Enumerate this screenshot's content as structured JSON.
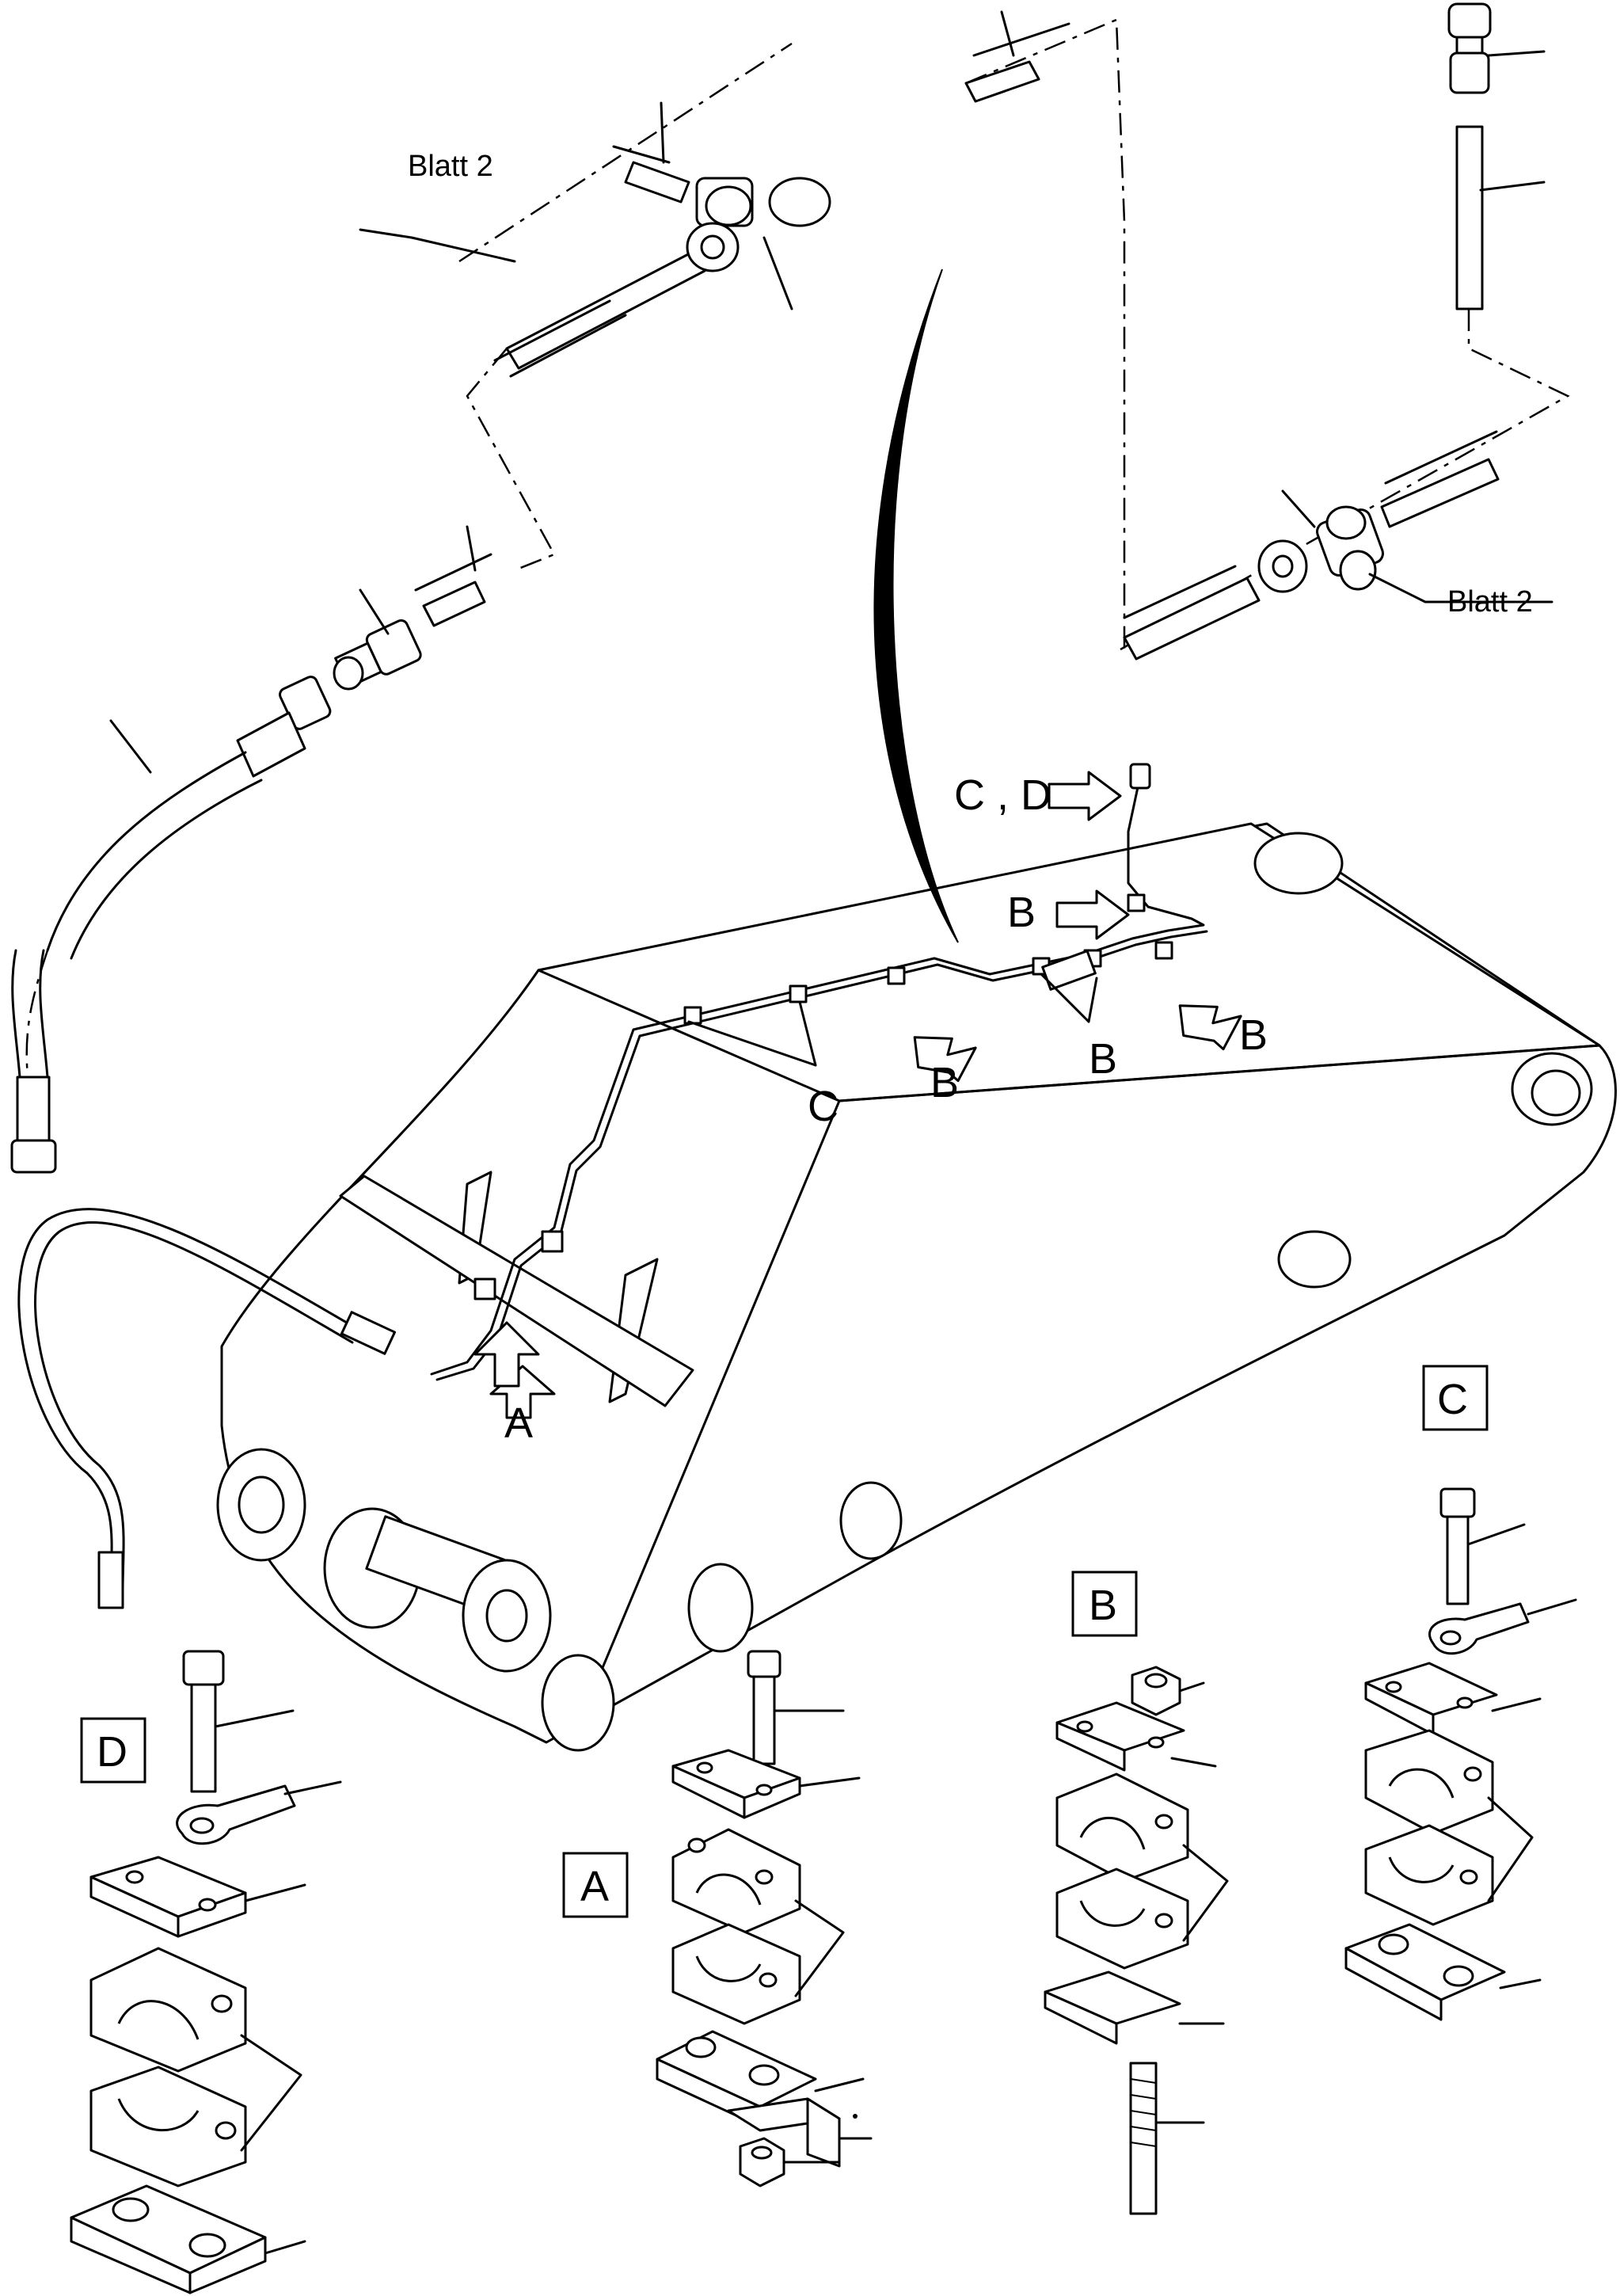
{
  "labels": {
    "blatt_top": "Blatt 2",
    "blatt_right": "Blatt 2",
    "c_comma_d": "C , D",
    "b1": "B",
    "b2": "B",
    "b3": "B",
    "b4": "B",
    "c_main": "C",
    "a_main": "A"
  },
  "detail_boxes": {
    "c": "C",
    "b": "B",
    "a": "A",
    "d": "D"
  },
  "icons": [
    "hydraulic-tee-fitting-icon",
    "hose-coupling-icon",
    "pipe-clamp-icon",
    "bolt-icon",
    "nut-icon",
    "pointer-arrow-icon"
  ]
}
